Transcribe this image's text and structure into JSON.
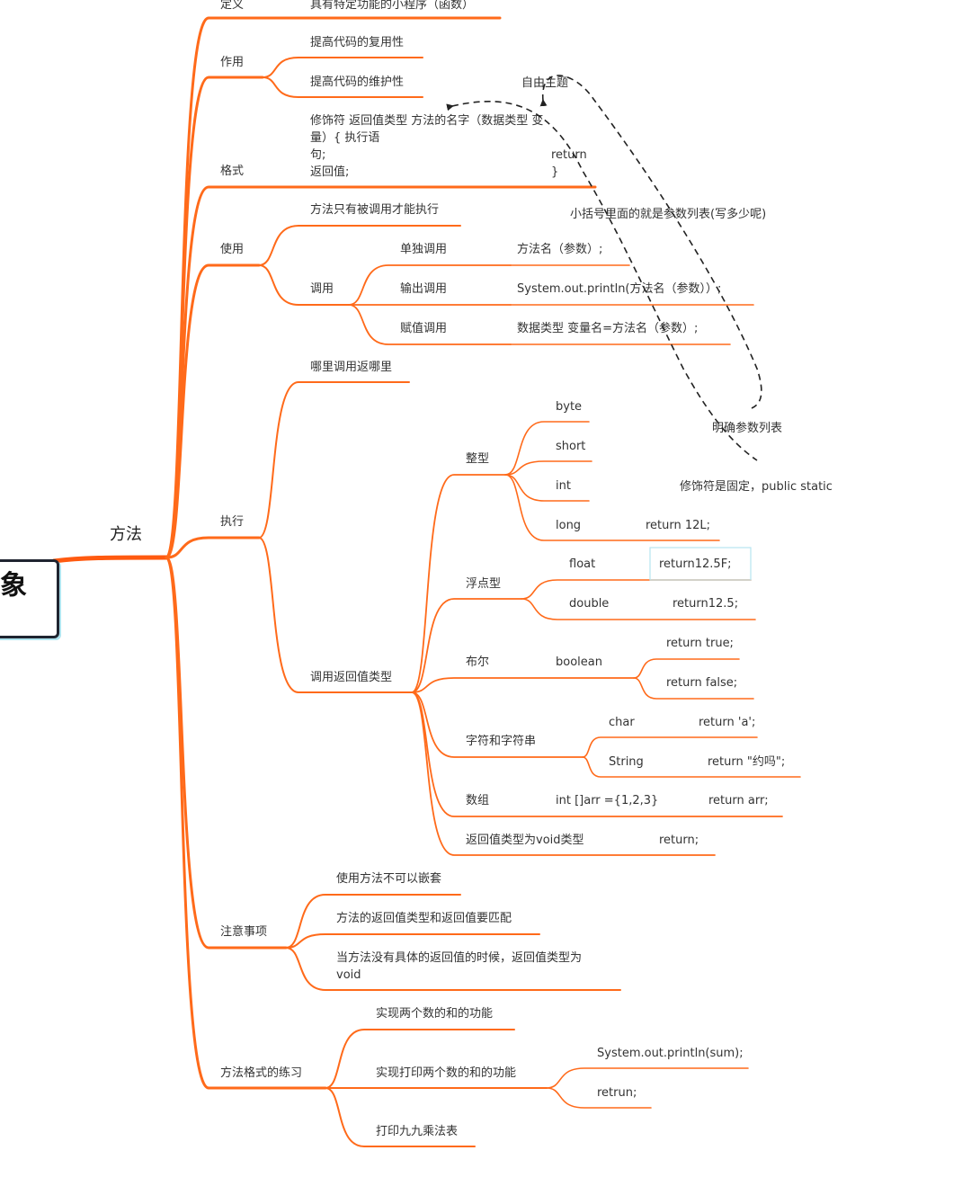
{
  "root": {
    "label": "象"
  },
  "main": {
    "label": "方法"
  },
  "branches": {
    "definition": {
      "label": "定义",
      "content": "具有特定功能的小程序（函数）"
    },
    "purpose": {
      "label": "作用",
      "items": [
        "提高代码的复用性",
        "提高代码的维护性"
      ]
    },
    "format": {
      "label": "格式",
      "line1": "修饰符 返回值类型 方法的名字（数据类型 变",
      "line2": "量）{ 执行语",
      "line3": "句;",
      "line4": "返回值;",
      "side1": "return",
      "side2": "}"
    },
    "usage": {
      "label": "使用",
      "note": "方法只有被调用才能执行",
      "call": {
        "label": "调用",
        "types": [
          {
            "name": "单独调用",
            "example": "方法名（参数）;"
          },
          {
            "name": "输出调用",
            "example": "System.out.println(方法名（参数））;"
          },
          {
            "name": "赋值调用",
            "example": "数据类型 变量名=方法名（参数）;"
          }
        ]
      }
    },
    "execute": {
      "label": "执行",
      "where": "哪里调用返哪里",
      "return_types": {
        "label": "调用返回值类型",
        "integer": {
          "label": "整型",
          "items": [
            "byte",
            "short",
            "int",
            "long"
          ],
          "long_return": "return 12L;"
        },
        "float": {
          "label": "浮点型",
          "items": [
            {
              "name": "float",
              "ret": "return12.5F;"
            },
            {
              "name": "double",
              "ret": "return12.5;"
            }
          ]
        },
        "bool": {
          "label": "布尔",
          "type": "boolean",
          "rets": [
            "return true;",
            "return false;"
          ]
        },
        "string": {
          "label": "字符和字符串",
          "items": [
            {
              "name": "char",
              "ret": "return 'a';"
            },
            {
              "name": "String",
              "ret": "return \"约吗\";"
            }
          ]
        },
        "array": {
          "label": "数组",
          "decl": "int []arr ={1,2,3}",
          "ret": "return arr;"
        },
        "void": {
          "label": "返回值类型为void类型",
          "ret": "return;"
        }
      }
    },
    "notes": {
      "label": "注意事项",
      "items": [
        "使用方法不可以嵌套",
        "方法的返回值类型和返回值要匹配"
      ],
      "item3a": "当方法没有具体的返回值的时候，返回值类型为",
      "item3b": "void"
    },
    "practice": {
      "label": "方法格式的练习",
      "item1": "实现两个数的和的功能",
      "item2": "实现打印两个数的和的功能",
      "item2_children": [
        "System.out.println(sum);",
        "retrun;"
      ],
      "item3": "打印九九乘法表"
    }
  },
  "annotations": {
    "free_topic": "自由主题",
    "param_list_note": "小括号里面的就是参数列表(写多少呢)",
    "clear_params": "明确参数列表",
    "modifier_note": "修饰符是固定，public static"
  },
  "colors": {
    "branch": "#ff6a1a",
    "main_branch": "#ff5a10",
    "annotation": "#222222",
    "box_border": "#b6e4ef"
  }
}
